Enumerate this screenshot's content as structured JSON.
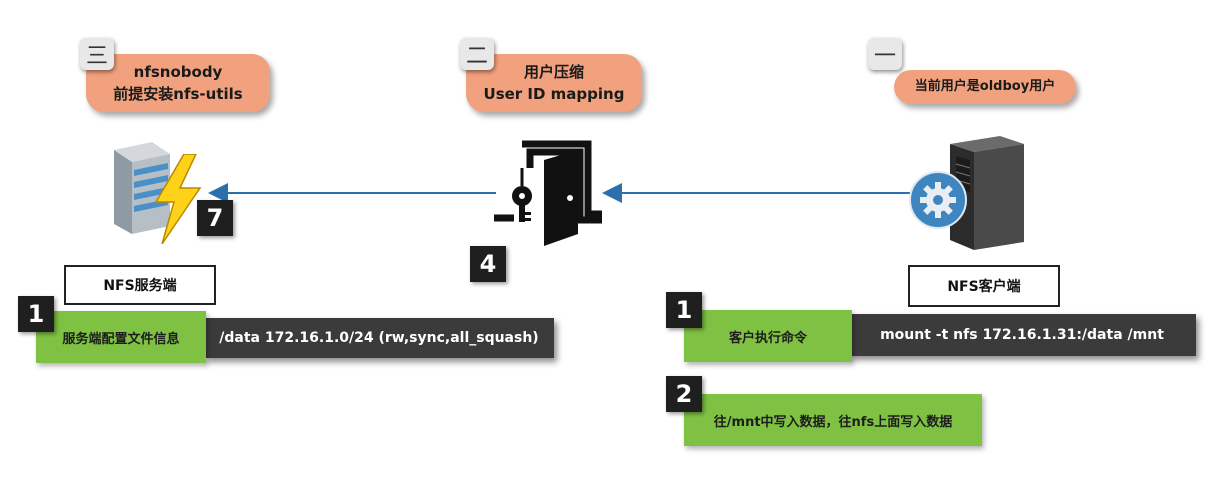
{
  "server": {
    "bubble_line1": "nfsnobody",
    "bubble_line2": "前提安装nfs-utils",
    "badge": "三",
    "step_label": "7",
    "node_label": "NFS服务端",
    "config_step": "1",
    "config_label": "服务端配置文件信息",
    "config_value": "/data 172.16.1.0/24 (rw,sync,all_squash)"
  },
  "mapping": {
    "bubble_line1": "用户压缩",
    "bubble_line2": "User ID mapping",
    "badge": "二",
    "step_label": "4"
  },
  "client": {
    "bubble_line1": "当前用户是oldboy用户",
    "badge": "一",
    "node_label": "NFS客户端",
    "cmd_step": "1",
    "cmd_label": "客户执行命令",
    "cmd_value": "mount -t nfs 172.16.1.31:/data /mnt",
    "write_step": "2",
    "write_label": "往/mnt中写入数据，往nfs上面写入数据"
  },
  "colors": {
    "bubble": "#f2a17e",
    "action_green": "#7fc243",
    "command_dark": "#3b3b3b",
    "arrow_blue": "#2b6fad"
  },
  "icons": {
    "server": "server-rack-icon",
    "lightning": "lightning-bolt-icon",
    "door": "door-key-icon",
    "client": "desktop-tower-icon",
    "gear": "gear-icon"
  }
}
